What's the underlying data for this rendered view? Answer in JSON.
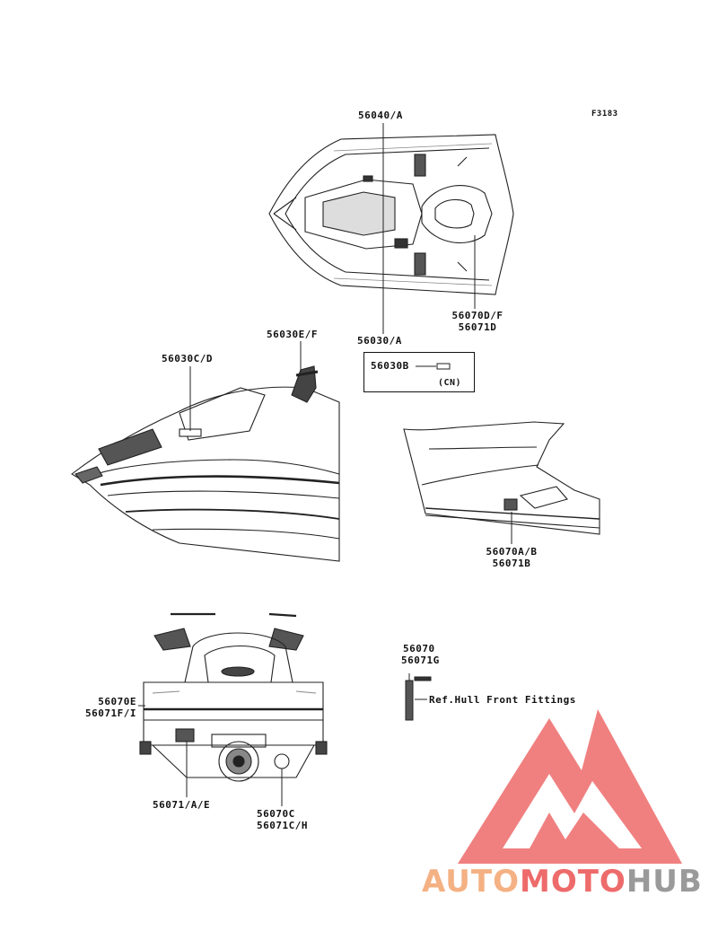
{
  "figure_code": "F3183",
  "callouts": {
    "top_decal": "56040/A",
    "bottom_decal": "56030/A",
    "rear_right_1": "56070D/F",
    "rear_right_2": "56071D",
    "side_front": "56030C/D",
    "steering": "56030E/F",
    "cn_part": "56030B",
    "cn_tag": "(CN)",
    "side_rear_1": "56070A/B",
    "side_rear_2": "56071B",
    "rear_left_1": "56070E",
    "rear_left_2": "56071F/I",
    "rear_bottom": "56071/A/E",
    "rear_right_b1": "56070C",
    "rear_right_b2": "56071C/H",
    "fitting_1": "56070",
    "fitting_2": "56071G",
    "ref_note": "Ref.Hull Front Fittings"
  },
  "watermark": {
    "part1": "AUTO",
    "part2": "MOTO",
    "part3": "HUB",
    "color_orange": "#f4b183",
    "color_red": "#ee6b6b",
    "color_gray": "#9a9a9a"
  }
}
